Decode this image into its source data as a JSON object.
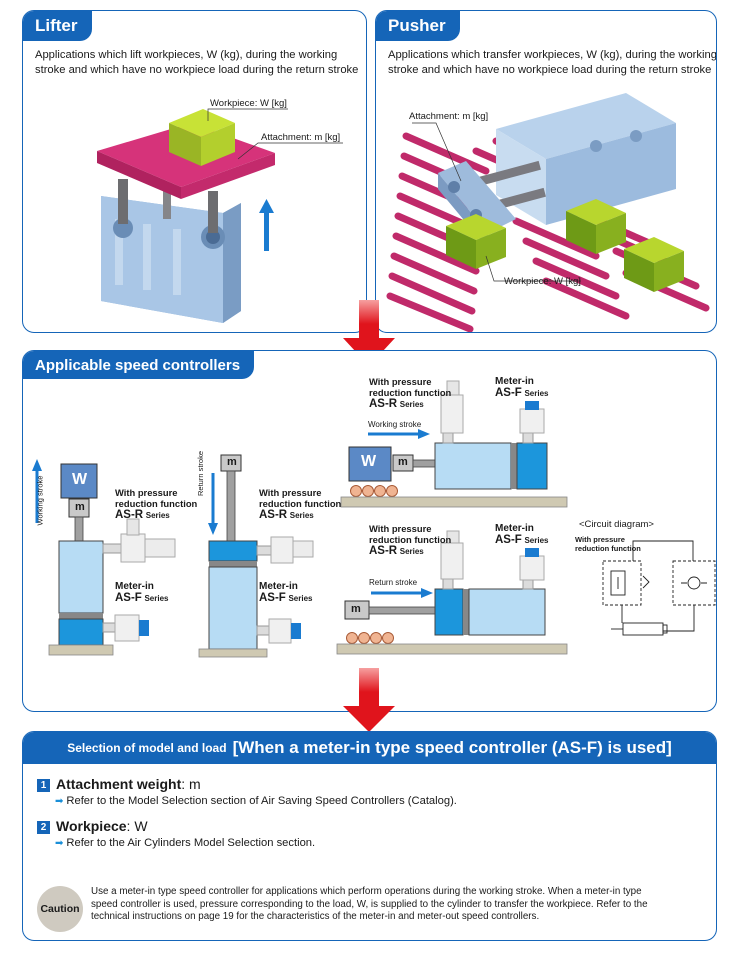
{
  "lifter": {
    "title": "Lifter",
    "desc_line1": "Applications which lift workpieces, W (kg), during the working",
    "desc_line2": "stroke and which have no workpiece load during the return stroke",
    "workpiece_label": "Workpiece: W [kg]",
    "attachment_label": "Attachment: m [kg]"
  },
  "pusher": {
    "title": "Pusher",
    "desc_line1": "Applications which transfer workpieces, W (kg), during the working",
    "desc_line2": "stroke and which have no workpiece load during the return stroke",
    "attachment_label": "Attachment: m [kg]",
    "workpiece_label": "Workpiece: W [kg]"
  },
  "speed": {
    "title": "Applicable speed controllers",
    "working_stroke": "Working stroke",
    "return_stroke": "Return stroke",
    "w_box": "W",
    "m_box": "m",
    "with_pressure_1": "With pressure",
    "with_pressure_2": "reduction function",
    "as_r": "AS-R",
    "series": "Series",
    "meter_in": "Meter-in",
    "as_f": "AS-F",
    "circuit_title": "<Circuit diagram>",
    "circuit_sub_1": "With pressure",
    "circuit_sub_2": "reduction function"
  },
  "selection": {
    "header_small": "Selection of model and load",
    "header_big": "[When a meter-in type speed controller (AS-F) is used]",
    "item1_num": "1",
    "item1_title": "Attachment weight",
    "item1_sym": ": m",
    "item1_ref": "Refer to the Model Selection section of Air Saving Speed Controllers (Catalog).",
    "item2_num": "2",
    "item2_title": "Workpiece",
    "item2_sym": ": W",
    "item2_ref": "Refer to the Air Cylinders Model Selection section.",
    "caution_badge": "Caution",
    "caution_line1": "Use a meter-in type speed controller for applications which perform operations during the working stroke. When a meter-in type",
    "caution_line2": "speed controller is used, pressure corresponding to the load, W, is supplied to the cylinder to transfer the workpiece. Refer to the",
    "caution_line3": "technical instructions on page 19 for the characteristics of the meter-in and meter-out speed controllers."
  }
}
